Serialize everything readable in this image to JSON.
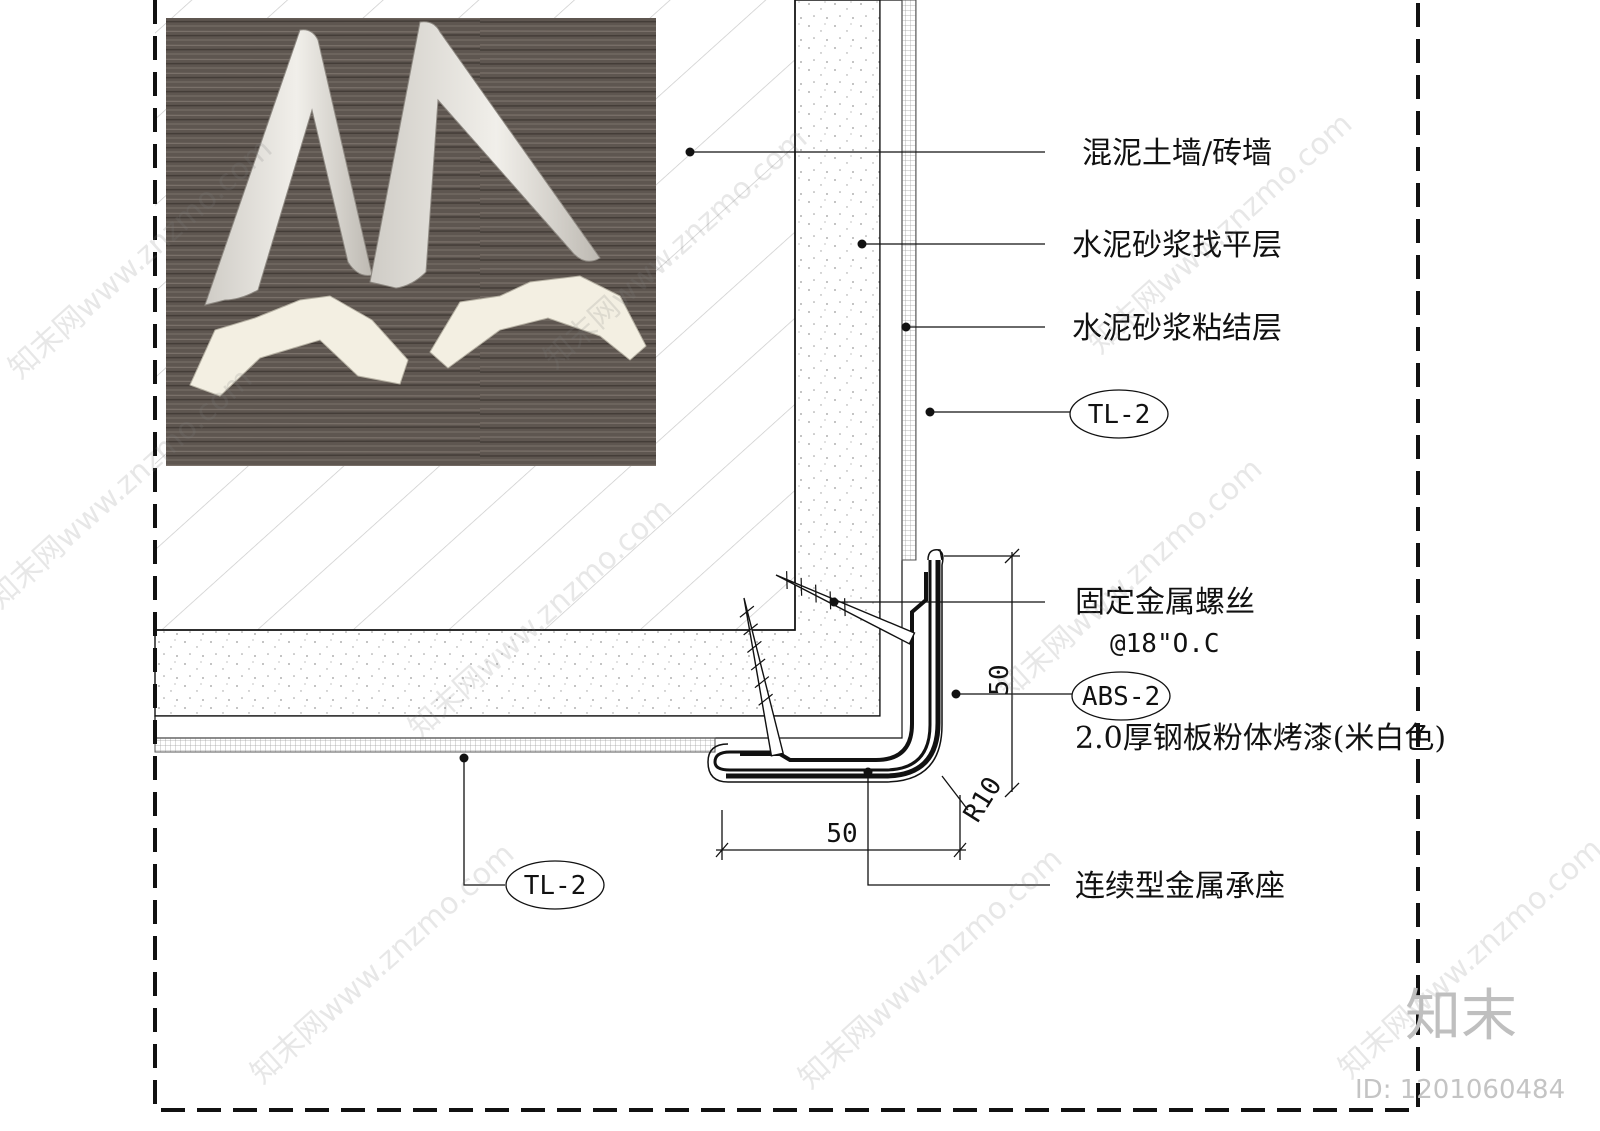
{
  "labels": {
    "wall": "混泥土墙/砖墙",
    "leveling": "水泥砂浆找平层",
    "bonding": "水泥砂浆粘结层",
    "tag_right": "TL-2",
    "screw": "固定金属螺丝",
    "screw_spacing": "@18\"O.C",
    "abs_tag": "ABS-2",
    "finish": "2.0厚钢板粉体烤漆(米白色)",
    "tag_bottom": "TL-2",
    "seat": "连续型金属承座"
  },
  "dimensions": {
    "vertical": "50",
    "horizontal": "50",
    "radius": "R10"
  },
  "watermark": {
    "text": "知末网www.znzmo.com",
    "brand": "知末",
    "id": "ID: 1201060484"
  },
  "colors": {
    "line": "#111111",
    "hatch": "#c9c9c9",
    "mortar_dots": "#9a9a9a",
    "watermark": "#7d7d7d"
  }
}
